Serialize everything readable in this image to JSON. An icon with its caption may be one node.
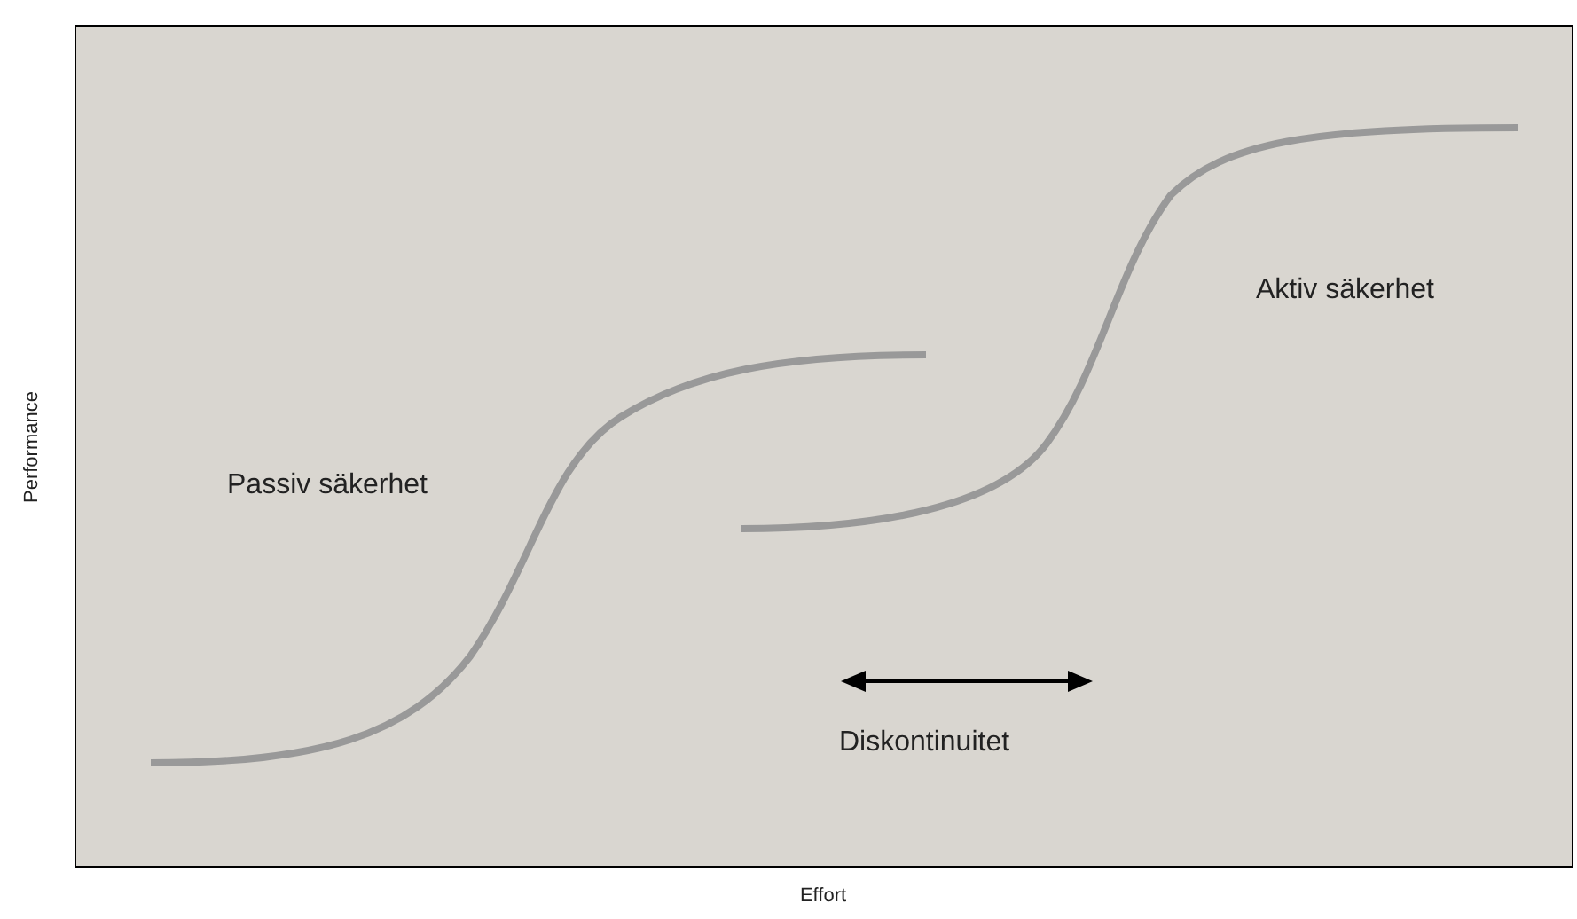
{
  "diagram": {
    "labels": [
      "Performance",
      "Aktiv säkerhet",
      "Passiv säkerhet",
      "Diskontinuitet",
      "Effort"
    ]
  }
}
